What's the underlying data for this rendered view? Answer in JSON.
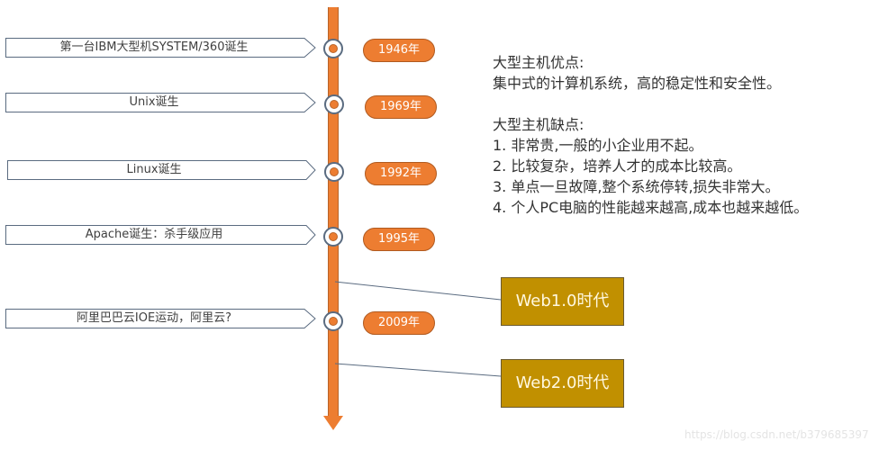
{
  "timeline": {
    "events": [
      {
        "label": "第一台IBM大型机SYSTEM/360诞生",
        "year": "1946年"
      },
      {
        "label": "Unix诞生",
        "year": "1969年"
      },
      {
        "label": "Linux诞生",
        "year": "1992年"
      },
      {
        "label": "Apache诞生：杀手级应用",
        "year": "1995年"
      },
      {
        "label": "阿里巴巴云IOE运动，阿里云?",
        "year": "2009年"
      }
    ],
    "eras": [
      {
        "label": "Web1.0时代"
      },
      {
        "label": "Web2.0时代"
      }
    ]
  },
  "notes": {
    "pros_title": "大型主机优点:",
    "pros_text": "集中式的计算机系统，高的稳定性和安全性。",
    "cons_title": "大型主机缺点:",
    "cons_items": [
      "1. 非常贵,一般的小企业用不起。",
      "2. 比较复杂，培养人才的成本比较高。",
      "3. 单点一旦故障,整个系统停转,损失非常大。",
      "4. 个人PC电脑的性能越来越高,成本也越来越低。"
    ]
  },
  "watermark": "https://blog.csdn.net/b379685397",
  "colors": {
    "axis": "#ed7d31",
    "year_pill": "#ed7d31",
    "era_box": "#c19000",
    "event_border": "#5a6b80"
  }
}
